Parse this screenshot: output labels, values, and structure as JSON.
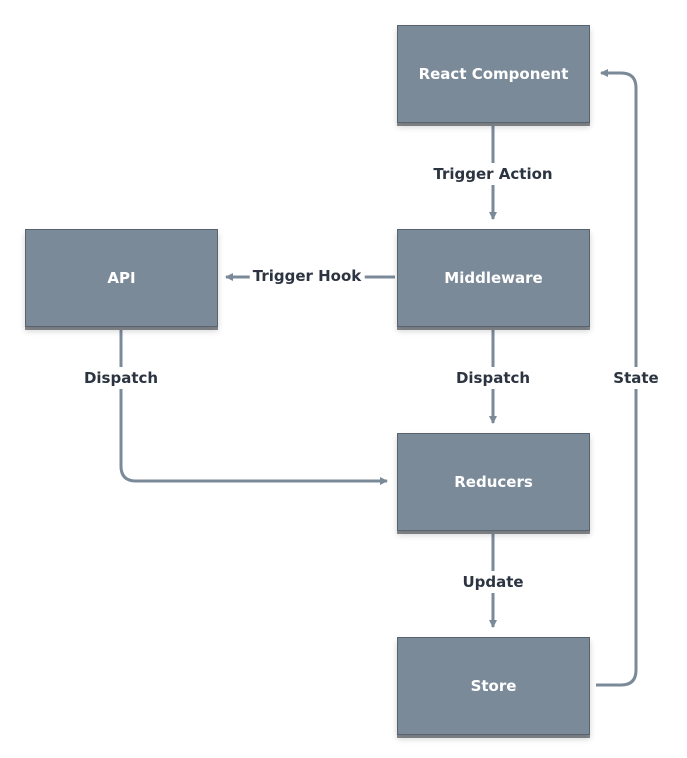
{
  "diagram": {
    "nodes": {
      "react_component": "React Component",
      "middleware": "Middleware",
      "api": "API",
      "reducers": "Reducers",
      "store": "Store"
    },
    "edges": {
      "trigger_action": "Trigger Action",
      "trigger_hook": "Trigger Hook",
      "dispatch_api": "Dispatch",
      "dispatch_middleware": "Dispatch",
      "update": "Update",
      "state": "State"
    },
    "colors": {
      "node_fill": "#7b8a99",
      "node_border": "#59636e",
      "edge": "#7b8a99",
      "label_text": "#2b3440"
    }
  }
}
